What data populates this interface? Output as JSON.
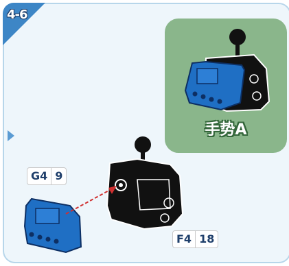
{
  "step": {
    "label": "4-6"
  },
  "result": {
    "label": "手势A"
  },
  "parts": [
    {
      "code": "G4",
      "count": "9"
    },
    {
      "code": "F4",
      "count": "18"
    }
  ],
  "colors": {
    "accent_blue": "#3d86c6",
    "part_blue": "#1f6fc4",
    "card_green": "#8ab68b",
    "arrow_red": "#d03030",
    "frame_bg": "#eef6fb"
  },
  "icons": {
    "corner": "step-number-tab",
    "pointer": "triangle-right-icon",
    "arrow": "dashed-arrow-icon"
  }
}
